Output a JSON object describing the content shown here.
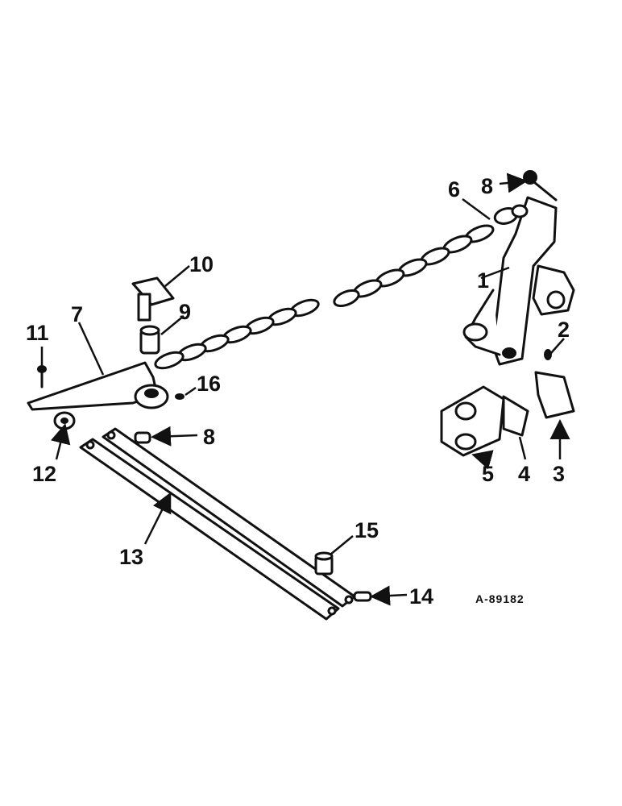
{
  "diagram": {
    "callouts": {
      "c1": "1",
      "c2": "2",
      "c3": "3",
      "c4": "4",
      "c5": "5",
      "c6": "6",
      "c7": "7",
      "c8a": "8",
      "c8b": "8",
      "c9": "9",
      "c10": "10",
      "c11": "11",
      "c12": "12",
      "c13": "13",
      "c14": "14",
      "c15": "15",
      "c16": "16"
    },
    "drawing_code": "A-89182"
  }
}
